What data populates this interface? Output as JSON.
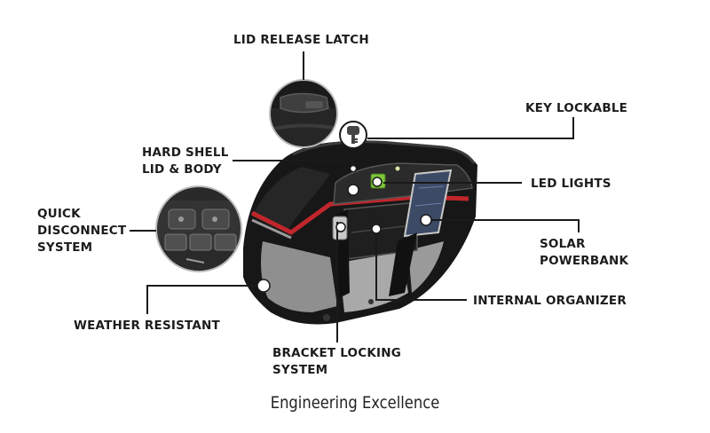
{
  "labels": {
    "lid_release_latch": "LID RELEASE LATCH",
    "key_lockable": "KEY LOCKABLE",
    "hard_shell": [
      "HARD SHELL",
      "LID & BODY"
    ],
    "led_lights": "LED LIGHTS",
    "quick_disconnect": [
      "QUICK",
      "DISCONNECT",
      "SYSTEM"
    ],
    "solar_powerbank": [
      "SOLAR",
      "POWERBANK"
    ],
    "internal_organizer": "INTERNAL ORGANIZER",
    "weather_resistant": "WEATHER RESISTANT",
    "bracket_locking": [
      "BRACKET LOCKING",
      "SYSTEM"
    ]
  },
  "caption": "Engineering Excellence",
  "colors": {
    "shell": "#151515",
    "panel": "#a9a9a9",
    "accent_red": "#c0262b",
    "led_green": "#7cc63a",
    "line": "#1a1a1a"
  },
  "icons": [
    "key-icon",
    "latch-detail-icon",
    "disconnect-detail-icon",
    "saddlebag-illustration"
  ]
}
